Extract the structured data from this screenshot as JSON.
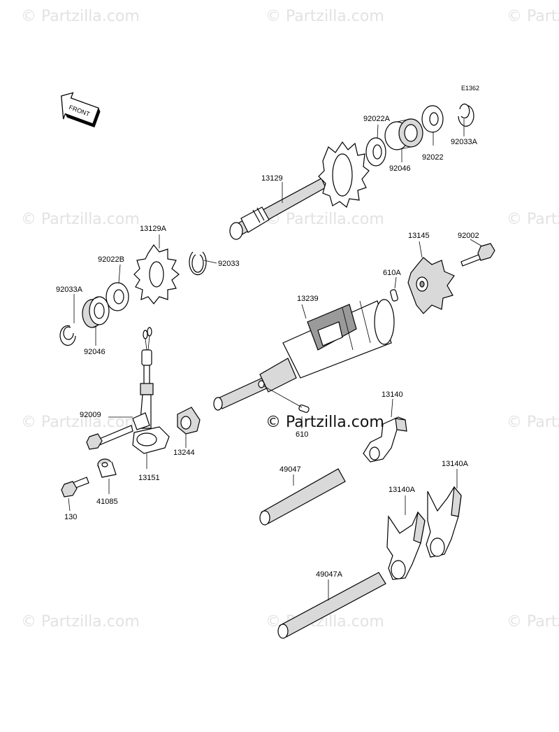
{
  "diagram_ref": "E1362",
  "front_label": "FRONT",
  "watermarks": {
    "faint": "© Partzilla.com",
    "main": "© Partzilla.com"
  },
  "labels": {
    "p13129": "13129",
    "p92022A": "92022A",
    "p92022": "92022",
    "p92033A_top": "92033A",
    "p92046_top": "92046",
    "p13129A": "13129A",
    "p92033": "92033",
    "p92022B": "92022B",
    "p92033A_left": "92033A",
    "p92046_left": "92046",
    "p13145": "13145",
    "p92002": "92002",
    "p610A": "610A",
    "p13239": "13239",
    "p92009": "92009",
    "p13244": "13244",
    "p13151": "13151",
    "p610": "610",
    "p13140": "13140",
    "p49047": "49047",
    "p13140A_right": "13140A",
    "p13140A_left": "13140A",
    "p41085": "41085",
    "p130": "130",
    "p49047A": "49047A"
  },
  "colors": {
    "line": "#000000",
    "watermark": "#e2e2e2",
    "background": "#ffffff"
  }
}
